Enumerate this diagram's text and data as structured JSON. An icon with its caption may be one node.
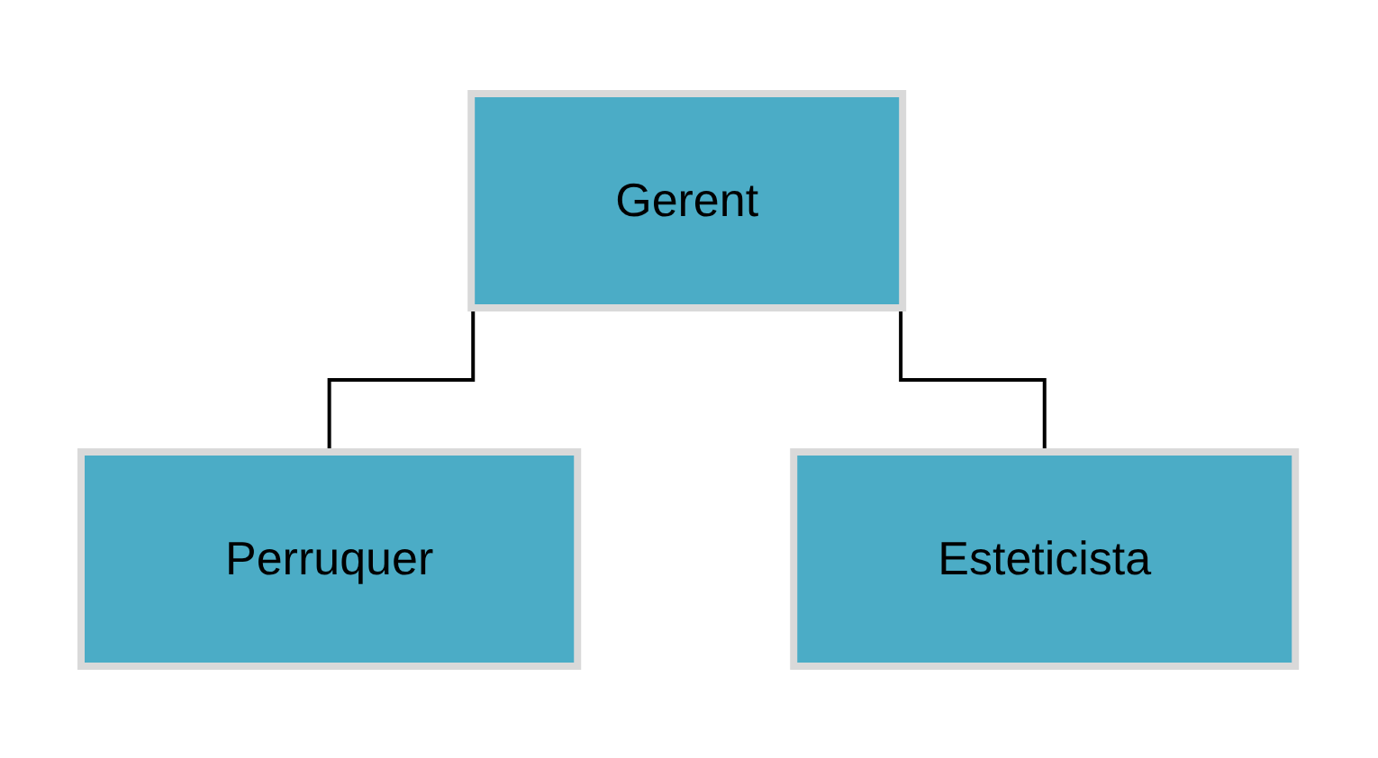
{
  "diagram": {
    "nodes": [
      {
        "text": [
          "Gerent"
        ]
      },
      {
        "text": [
          "Perruquer"
        ]
      },
      {
        "text": [
          "Esteticista"
        ]
      }
    ],
    "edges": [
      {
        "from": 0,
        "to": 1,
        "arrow": "none"
      },
      {
        "from": 0,
        "to": 2,
        "arrow": "none"
      }
    ]
  }
}
